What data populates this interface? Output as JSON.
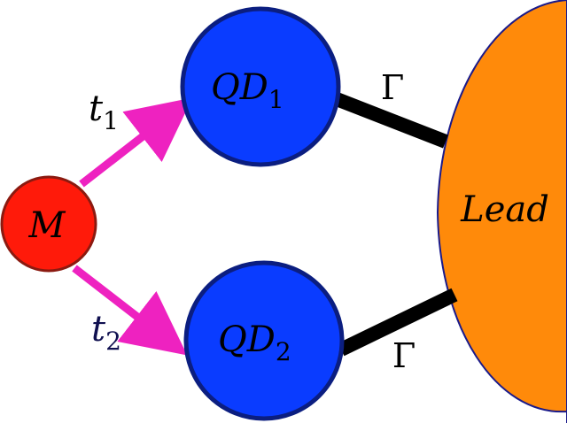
{
  "diagram": {
    "majorana": {
      "label": "M",
      "fill": "#ff1a0a",
      "stroke": "#8b1a10"
    },
    "dot1": {
      "label_main": "QD",
      "label_sub": "1",
      "fill": "#0a3cff",
      "stroke": "#0b1e80"
    },
    "dot2": {
      "label_main": "QD",
      "label_sub": "2",
      "fill": "#0a3cff",
      "stroke": "#0b1e80"
    },
    "lead": {
      "label": "Lead",
      "fill": "#ff8a0a",
      "stroke": "#1a1a8a"
    },
    "coupling_t1": {
      "label_main": "t",
      "label_sub": "1",
      "color": "#ee22c0"
    },
    "coupling_t2": {
      "label_main": "t",
      "label_sub": "2",
      "color": "#ee22c0",
      "label_color": "#101050"
    },
    "gamma_1": {
      "label": "Γ",
      "color": "#000000"
    },
    "gamma_2": {
      "label": "Γ",
      "color": "#000000"
    }
  }
}
